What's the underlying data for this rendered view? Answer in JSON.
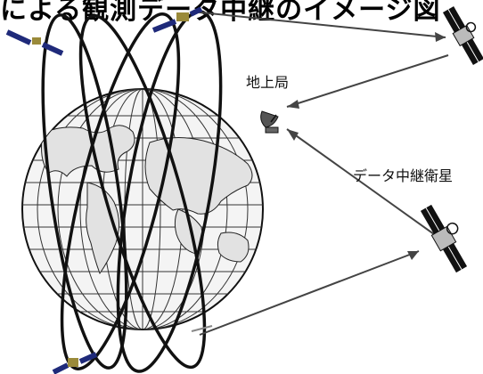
{
  "header": {
    "title_fragment": "による観測データ中継のイメージ図"
  },
  "labels": {
    "ground_station": "地上局",
    "relay_satellite": "データ中継衛星"
  },
  "colors": {
    "ink": "#111111",
    "panel_blue": "#1f2a7a",
    "sat_gold": "#9a8a3a",
    "globe_fill": "#f4f4f4"
  },
  "icons": [
    "satellite-icon",
    "ground-station-antenna-icon",
    "globe-icon"
  ]
}
